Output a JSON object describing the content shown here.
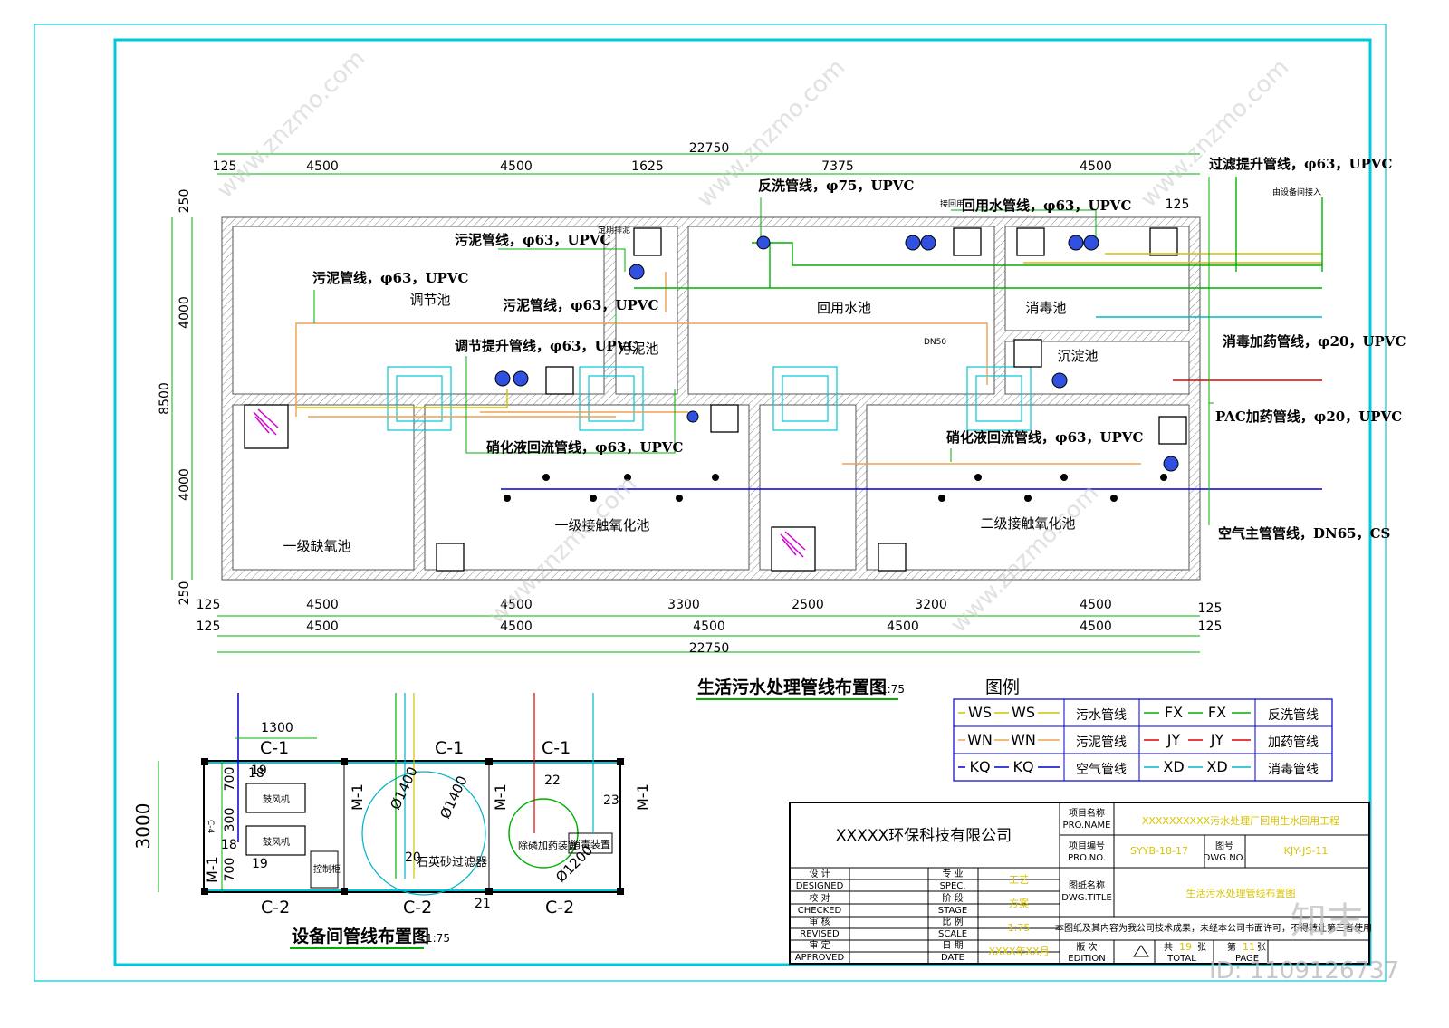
{
  "main_plan": {
    "title": "生活污水处理管线布置图",
    "scale": "1:75",
    "overall_dim": "22750",
    "top_dims": [
      "125",
      "4500",
      "4500",
      "1625",
      "7375",
      "4500",
      "125"
    ],
    "bottom_dims_1": [
      "125",
      "4500",
      "4500",
      "3300",
      "2500",
      "3200",
      "4500",
      "125"
    ],
    "bottom_dims_2": [
      "125",
      "4500",
      "4500",
      "4500",
      "4500",
      "4500",
      "125"
    ],
    "left_dims": [
      "250",
      "4000",
      "8500",
      "4000",
      "250"
    ],
    "tanks": {
      "regulating": "调节池",
      "sludge": "污泥池",
      "reuse_water": "回用水池",
      "disinfection": "消毒池",
      "sedimentation": "沉淀池",
      "anoxic": "一级缺氧池",
      "contact_oxidation_1": "一级接触氧化池",
      "contact_oxidation_2": "二级接触氧化池"
    },
    "pipe_labels": {
      "sludge_left": "污泥管线，φ63，UPVC",
      "sludge_top": "污泥管线，φ63，UPVC",
      "sludge_mid": "污泥管线，φ63，UPVC",
      "lift": "调节提升管线，φ63，UPVC",
      "nitrate_left": "硝化液回流管线，φ63，UPVC",
      "nitrate_right": "硝化液回流管线，φ63，UPVC",
      "backwash": "反洗管线，φ75，UPVC",
      "reuse": "回用水管线，φ63，UPVC",
      "filter_lift": "过滤提升管线，φ63，UPVC",
      "disinfect_dosing": "消毒加药管线，φ20，UPVC",
      "pac_dosing": "PAC加药管线，φ20，UPVC",
      "air_main": "空气主管管线，DN65，CS",
      "from_equipment": "由设备间接入",
      "regular_discharge": "定期排泥",
      "return_pipe": "接回用",
      "dn50": "DN50"
    }
  },
  "legend": {
    "title": "图例",
    "rows": [
      {
        "code_a": "WS",
        "name_a": "污水管线",
        "code_b": "FX",
        "name_b": "反洗管线",
        "color_a": "#d4c200",
        "color_b": "#00b000"
      },
      {
        "code_a": "WN",
        "name_a": "污泥管线",
        "code_b": "JY",
        "name_b": "加药管线",
        "color_a": "#f0a050",
        "color_b": "#e00000"
      },
      {
        "code_a": "KQ",
        "name_a": "空气管线",
        "code_b": "XD",
        "name_b": "消毒管线",
        "color_a": "#0000d0",
        "color_b": "#00b8c8"
      }
    ]
  },
  "equipment_room": {
    "title": "设备间管线布置图",
    "scale": "1:75",
    "dims": {
      "width": "1300",
      "height": "3000",
      "d700a": "700",
      "d300": "300",
      "d700b": "700"
    },
    "doors": [
      "M-1",
      "M-1",
      "M-1",
      "M-1"
    ],
    "windows_top": [
      "C-1",
      "C-1",
      "C-1"
    ],
    "windows_bottom": [
      "C-2",
      "C-2",
      "C-2"
    ],
    "side_window": "C-4",
    "items": {
      "blower_a": "鼓风机",
      "blower_b": "鼓风机",
      "control_cabinet": "控制柜",
      "sand_filter": "石英砂过滤器",
      "pac_dosing": "除磷加药装置",
      "disinfect_device": "消毒装置"
    },
    "diameters": [
      "Ø1400",
      "Ø1400",
      "Ø1200"
    ],
    "numbers": [
      "18",
      "19",
      "18",
      "19",
      "20",
      "21",
      "22",
      "23"
    ]
  },
  "title_block": {
    "company": "XXXXX环保科技有限公司",
    "pro_name_label": "项目名称",
    "pro_name_label_en": "PRO.NAME",
    "pro_name_value": "XXXXXXXXXX污水处理厂回用生水回用工程",
    "pro_no_label": "项目编号",
    "pro_no_label_en": "PRO.NO.",
    "pro_no_value": "SYYB-18-17",
    "dwg_no_label": "图号",
    "dwg_no_label_en": "DWG.NO.",
    "dwg_no_value": "KJY-JS-11",
    "dwg_title_label": "图纸名称",
    "dwg_title_label_en": "DWG.TITLE",
    "dwg_title_value": "生活污水处理管线布置图",
    "designed": "设 计",
    "designed_en": "DESIGNED",
    "checked": "校 对",
    "checked_en": "CHECKED",
    "revised": "审 核",
    "revised_en": "REVISED",
    "approved": "审 定",
    "approved_en": "APPROVED",
    "spec": "专 业",
    "spec_en": "SPEC.",
    "spec_value": "工艺",
    "stage": "阶 段",
    "stage_en": "STAGE",
    "stage_value": "方案",
    "scale": "比 例",
    "scale_en": "SCALE",
    "scale_value": "1:75",
    "date": "日 期",
    "date_en": "DATE",
    "date_value": "XXXX年XX月",
    "edition": "版 次",
    "edition_en": "EDITION",
    "total_label": "共",
    "total_value": "19",
    "total_unit": "张",
    "total_en": "TOTAL",
    "page_label": "第",
    "page_value": "11",
    "page_unit": "张",
    "page_en": "PAGE",
    "note": "本图纸及其内容为我公司技术成果，未经本公司书面许可，不得转让第三者使用"
  },
  "watermark": {
    "site": "www.znzmo.com",
    "brand": "知末",
    "id": "ID: 1109126737"
  }
}
